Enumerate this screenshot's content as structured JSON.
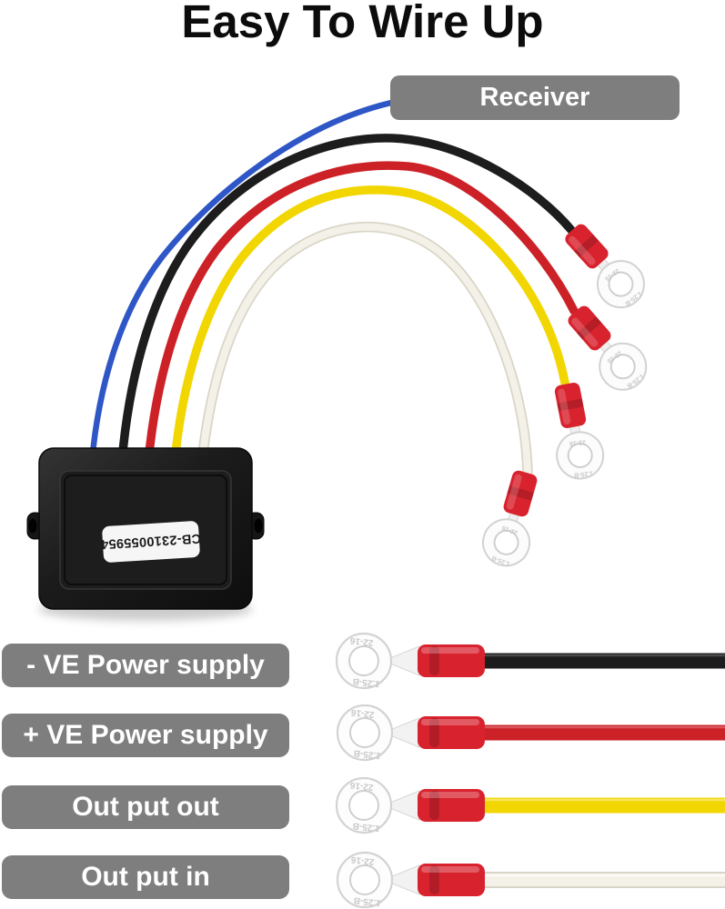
{
  "page": {
    "title": "Easy To Wire Up",
    "background": "#ffffff"
  },
  "receiver": {
    "label": "Receiver"
  },
  "device": {
    "sticker": "CB-2310055954"
  },
  "wire_labels": [
    {
      "label": "- VE Power supply",
      "wire": "black"
    },
    {
      "label": "+ VE Power supply",
      "wire": "red"
    },
    {
      "label": "Out put out",
      "wire": "yellow"
    },
    {
      "label": "Out put in",
      "wire": "white"
    }
  ],
  "terminal_stamp": {
    "line1": "22-16",
    "line2": "1.25-B"
  },
  "colors": {
    "label_bg": "#7e7e7e",
    "label_text": "#ffffff",
    "title_text": "#0c0c0c",
    "wire_blue": "#2e56c6",
    "wire_black": "#1d1d1d",
    "wire_red": "#cc2127",
    "wire_yellow": "#f2d602",
    "wire_white": "#f4f1e8",
    "wire_white_edge": "#d9d5c6",
    "crimp_red": "#d8232f",
    "device_body": "#1b1b1b",
    "terminal_metal": "#fdfdfd"
  }
}
